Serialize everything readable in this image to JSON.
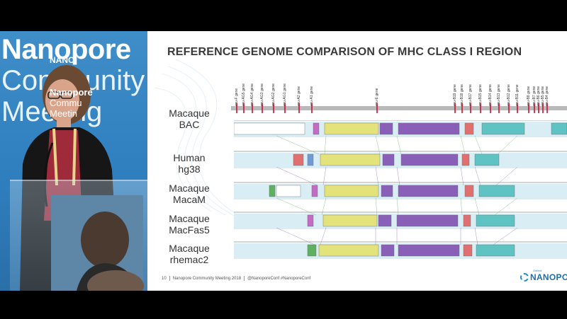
{
  "stage": {
    "banner_line1": "Nanopore",
    "banner_line2": "Community",
    "banner_line3": "Meeting",
    "podium_logo": "NANO",
    "podium_caption_1": "Nanopore",
    "podium_caption_2": "Commu",
    "podium_caption_3": "Meetin"
  },
  "slide": {
    "title": "REFERENCE GENOME COMPARISON OF MHC CLASS I REGION",
    "genes": [
      "Mamu-F gene",
      "Mamu-AG5 gene",
      "Mamu-AG4 gene",
      "Mamu-AG3 gene",
      "Mamu-AG2 gene",
      "Mamu-AG1 gene",
      "Mamu-A2 gene",
      "Mamu-A1 gene",
      "Mamu-E gene",
      "Mamu-B19 gene",
      "Mamu-B18 gene",
      "Mamu-B17 gene",
      "Mamu-B15 gene",
      "Mamu-B14 gene",
      "Mamu-B13 gene",
      "Mamu-B12 gene",
      "Mamu-B11 gene",
      "Mamu-B8 gene",
      "Mamu-B7 gene",
      "Mamu-B6 gene",
      "Mamu-B5 gene",
      "Mamu-B4 gene"
    ],
    "tracks": [
      {
        "line1": "Macaque",
        "line2": "BAC"
      },
      {
        "line1": "Human",
        "line2": "hg38"
      },
      {
        "line1": "Macaque",
        "line2": "MacaM"
      },
      {
        "line1": "Macaque",
        "line2": "MacFas5"
      },
      {
        "line1": "Macaque",
        "line2": "rhemac2"
      }
    ],
    "footer": {
      "page": "10",
      "event": "Nanopore Community Meeting 2018",
      "handles": "@NanoporeConf #NanoporeConf"
    },
    "brand": {
      "small": "Oxford",
      "name": "NANOPORE"
    }
  },
  "colors": {
    "stage_blue": "#2f7fbf",
    "gene_tick": "#c8102e",
    "block_yellow": "#e4e27a",
    "block_purple": "#8a5fb8",
    "block_teal": "#5fc3c3",
    "track_bg": "#d8eef4"
  }
}
